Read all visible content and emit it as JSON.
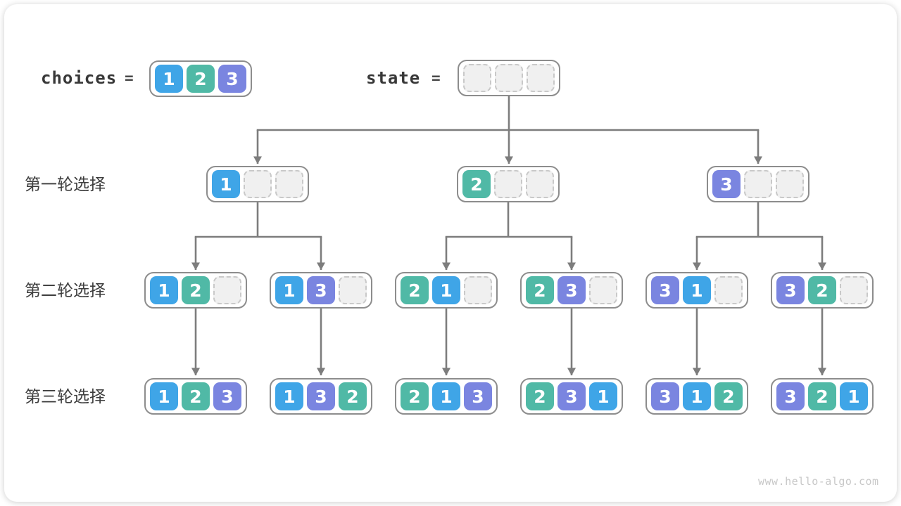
{
  "header": {
    "choices_label": "choices",
    "choices_equals": "=",
    "state_label": "state",
    "state_equals": "=",
    "choices_cells": [
      1,
      2,
      3
    ],
    "state_cells": [
      null,
      null,
      null
    ]
  },
  "rounds": [
    {
      "label": "第一轮选择",
      "nodes": [
        {
          "cells": [
            1,
            null,
            null
          ]
        },
        {
          "cells": [
            2,
            null,
            null
          ]
        },
        {
          "cells": [
            3,
            null,
            null
          ]
        }
      ]
    },
    {
      "label": "第二轮选择",
      "nodes": [
        {
          "cells": [
            1,
            2,
            null
          ]
        },
        {
          "cells": [
            1,
            3,
            null
          ]
        },
        {
          "cells": [
            2,
            1,
            null
          ]
        },
        {
          "cells": [
            2,
            3,
            null
          ]
        },
        {
          "cells": [
            3,
            1,
            null
          ]
        },
        {
          "cells": [
            3,
            2,
            null
          ]
        }
      ]
    },
    {
      "label": "第三轮选择",
      "nodes": [
        {
          "cells": [
            1,
            2,
            3
          ]
        },
        {
          "cells": [
            1,
            3,
            2
          ]
        },
        {
          "cells": [
            2,
            1,
            3
          ]
        },
        {
          "cells": [
            2,
            3,
            1
          ]
        },
        {
          "cells": [
            3,
            1,
            2
          ]
        },
        {
          "cells": [
            3,
            2,
            1
          ]
        }
      ]
    }
  ],
  "watermark": "www.hello-algo.com",
  "colors": {
    "value1": "#3FA5E7",
    "value2": "#50B9A6",
    "value3": "#7A85E0",
    "empty_fill": "#F0F0F0",
    "empty_border": "#C9C9C9",
    "node_border": "#8D8D8D",
    "arrow": "#7D7D7D",
    "label_text": "#3D3D3D",
    "code_text": "#383838",
    "watermark_text": "#C8C8C8"
  }
}
